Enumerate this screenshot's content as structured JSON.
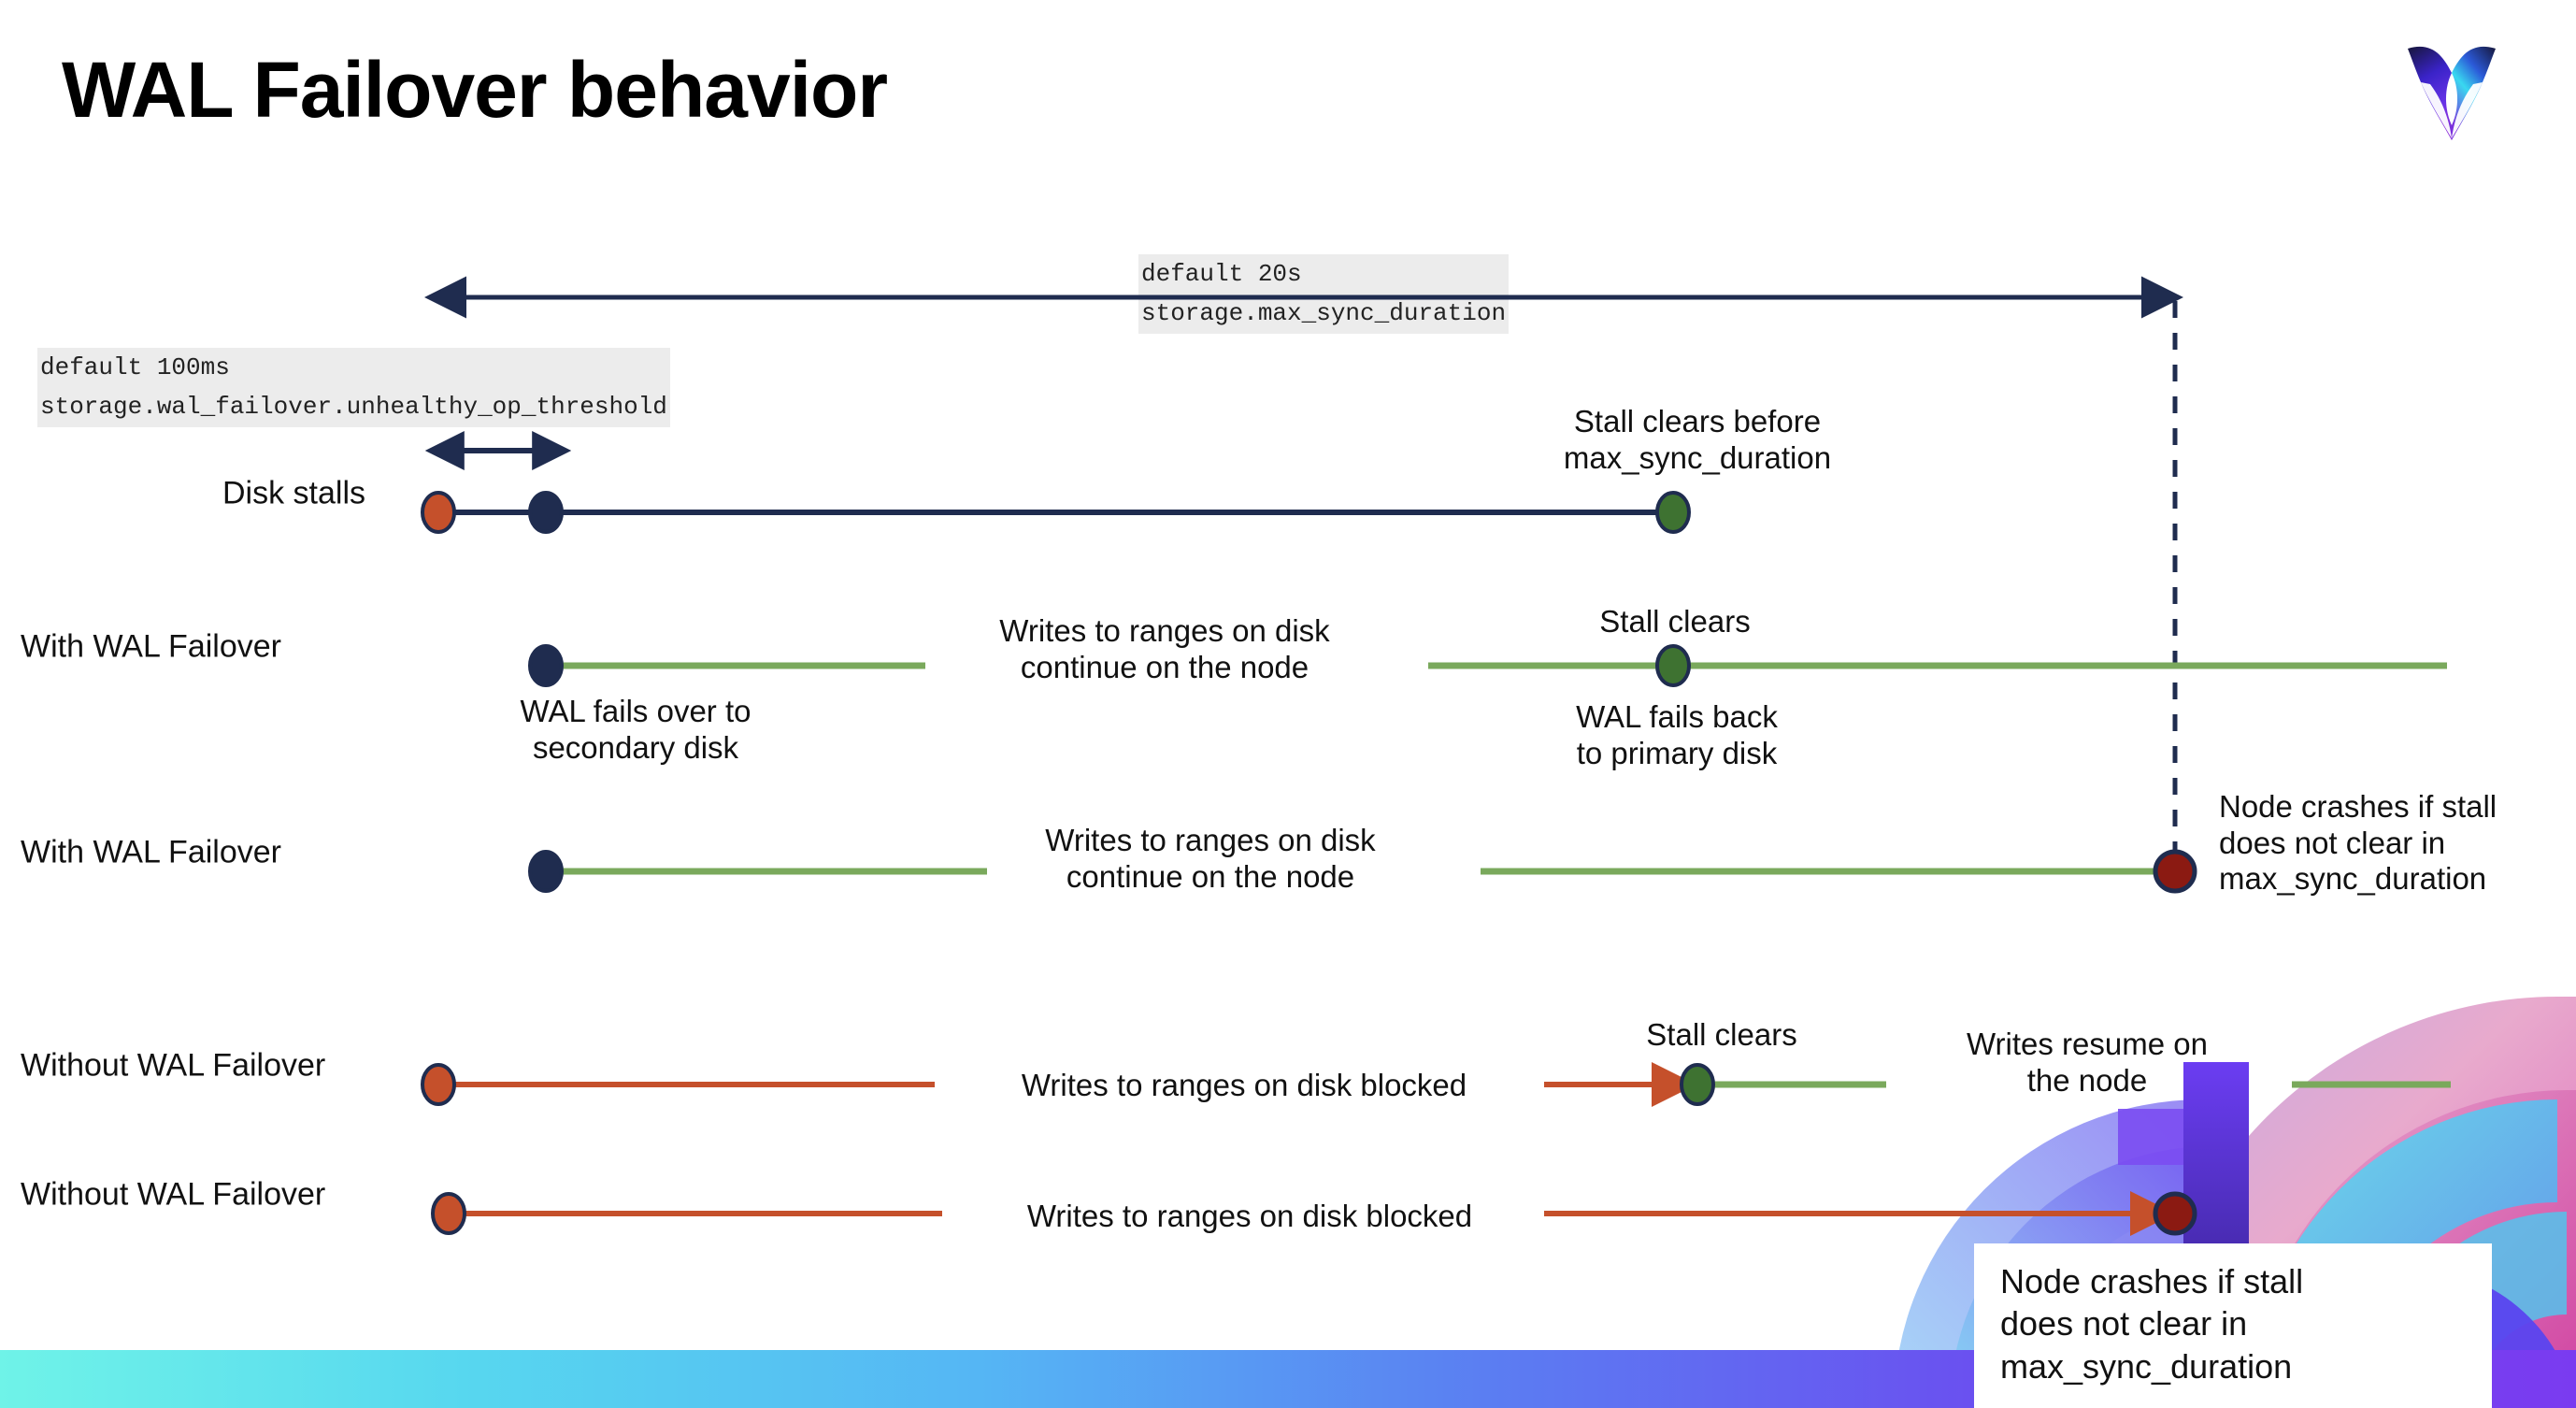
{
  "slide": {
    "title": "WAL Failover behavior",
    "logo_name": "cockroachdb-logo"
  },
  "annotations": {
    "max_sync": {
      "line1": "default 20s",
      "line2": "storage.max_sync_duration"
    },
    "unhealthy_threshold": {
      "line1": "default 100ms",
      "line2": "storage.wal_failover.unhealthy_op_threshold"
    }
  },
  "rows": [
    {
      "label": "Disk stalls",
      "above_right": "Stall clears before\nmax_sync_duration"
    },
    {
      "label": "With WAL Failover",
      "note_mid": "Writes to ranges on disk\ncontinue on the node",
      "note_below_start": "WAL fails over to\nsecondary disk",
      "note_above_clear": "Stall clears",
      "note_below_clear": "WAL fails  back\nto primary disk"
    },
    {
      "label": "With WAL Failover",
      "note_mid": "Writes to ranges on disk\ncontinue on the node",
      "note_right": "Node crashes if stall\ndoes not clear in\nmax_sync_duration"
    },
    {
      "label": "Without WAL Failover",
      "note_mid": "Writes to ranges on disk  blocked",
      "note_above_clear": "Stall clears",
      "note_right": "Writes resume on\nthe node"
    },
    {
      "label": "Without WAL Failover",
      "note_mid": "Writes to ranges on disk  blocked",
      "note_callout": "Node crashes if stall\ndoes not clear in\nmax_sync_duration"
    }
  ],
  "colors": {
    "navy": "#1f2c4f",
    "green_line": "#7aa95c",
    "green_dot": "#3e7231",
    "orange": "#c5502b",
    "red_dot": "#8b1a12",
    "code_bg": "#ececec",
    "gradient_start": "#6ff3e8",
    "gradient_end": "#7a3bf0"
  },
  "markers": {
    "stall_start": "orange-dot-stall-start",
    "failover_point": "navy-dot-failover",
    "stall_cleared": "green-dot-stall-cleared",
    "node_crash": "red-dot-node-crash"
  }
}
